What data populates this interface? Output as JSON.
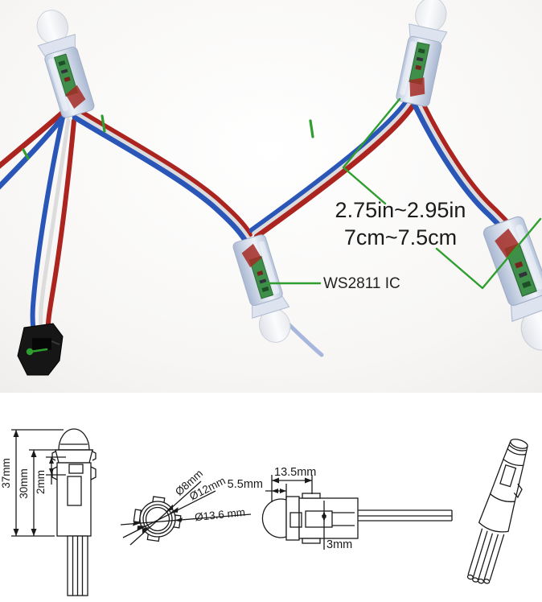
{
  "title": "WS2811 LED pixel string product image with dimension drawings",
  "photo": {
    "spacing_label": {
      "line1": "2.75in~2.95in",
      "line2": "7cm~7.5cm"
    },
    "ic_label": "WS2811 IC"
  },
  "drawings": {
    "side_view": {
      "overall_height": "37mm",
      "body_height": "30mm",
      "lip_height": "2mm"
    },
    "front_view": {
      "inner_diameter": "Ø8mm",
      "mid_diameter": "Ø12mm",
      "outer_diameter": "Ø13.6 mm"
    },
    "profile_view": {
      "head_length": "5.5mm",
      "body_length": "13.5mm",
      "slot_height": "3mm"
    }
  },
  "colors": {
    "annotation_green": "#2e9e2e",
    "wire_red": "#ab2420",
    "wire_blue": "#2a56b8",
    "wire_white": "#dcdcdc",
    "line": "#1a1a1a"
  }
}
